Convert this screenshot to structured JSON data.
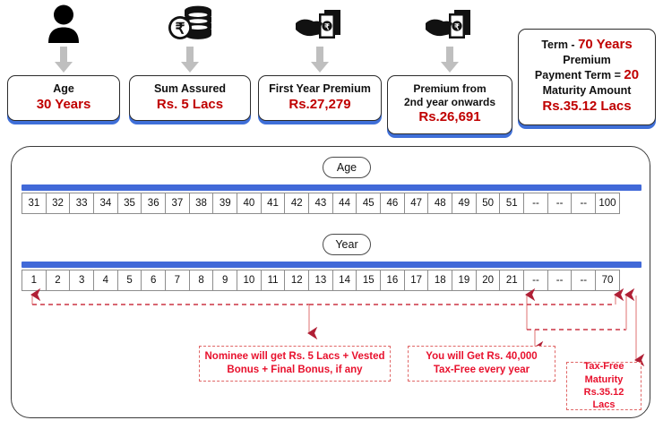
{
  "top_row": {
    "items": [
      {
        "icon": "person-icon",
        "label": "Age",
        "value": "30 Years",
        "lines": null
      },
      {
        "icon": "rupee-coins-icon",
        "label": "Sum Assured",
        "value": "Rs. 5  Lacs",
        "lines": null
      },
      {
        "icon": "hand-cash-icon",
        "label": "First Year Premium",
        "value": "Rs.27,279",
        "lines": null
      },
      {
        "icon": "hand-cash-icon",
        "label_line1": "Premium from",
        "label_line2": "2nd year onwards",
        "value": "Rs.26,691",
        "lines": null
      },
      {
        "icon": null,
        "lines": [
          {
            "label": "Term  - ",
            "value": "70 Years"
          },
          {
            "label": "Premium",
            "value": ""
          },
          {
            "label": "Payment Term = ",
            "value": "20"
          },
          {
            "label": "Maturity Amount",
            "value": ""
          },
          {
            "label": "",
            "value": "Rs.35.12 Lacs"
          }
        ]
      }
    ]
  },
  "panel": {
    "age_pill": "Age",
    "year_pill": "Year",
    "age_cells": [
      "31",
      "32",
      "33",
      "34",
      "35",
      "36",
      "37",
      "38",
      "39",
      "40",
      "41",
      "42",
      "43",
      "44",
      "45",
      "46",
      "47",
      "48",
      "49",
      "50",
      "51",
      "--",
      "--",
      "--",
      "100"
    ],
    "year_cells": [
      "1",
      "2",
      "3",
      "4",
      "5",
      "6",
      "7",
      "8",
      "9",
      "10",
      "11",
      "12",
      "13",
      "14",
      "15",
      "16",
      "17",
      "18",
      "19",
      "20",
      "21",
      "--",
      "--",
      "--",
      "70"
    ],
    "callouts": [
      {
        "name": "nominee-callout",
        "line1": "Nominee will get Rs. 5 Lacs + Vested",
        "line2": "Bonus + Final Bonus, if any"
      },
      {
        "name": "annual-payout-callout",
        "line1": "You will Get Rs. 40,000",
        "line2": "Tax-Free every year"
      },
      {
        "name": "maturity-callout",
        "line1": "Tax-Free",
        "line2": "Maturity",
        "line3": "Rs.35.12 Lacs"
      }
    ]
  },
  "colors": {
    "accent_blue": "#4169d8",
    "value_red": "#c00000",
    "callout_red": "#e8112d",
    "callout_border": "#e06666",
    "arrow_gray": "#bfbfbf",
    "connector_light": "#eba6a6",
    "connector_dark": "#b01f35"
  }
}
